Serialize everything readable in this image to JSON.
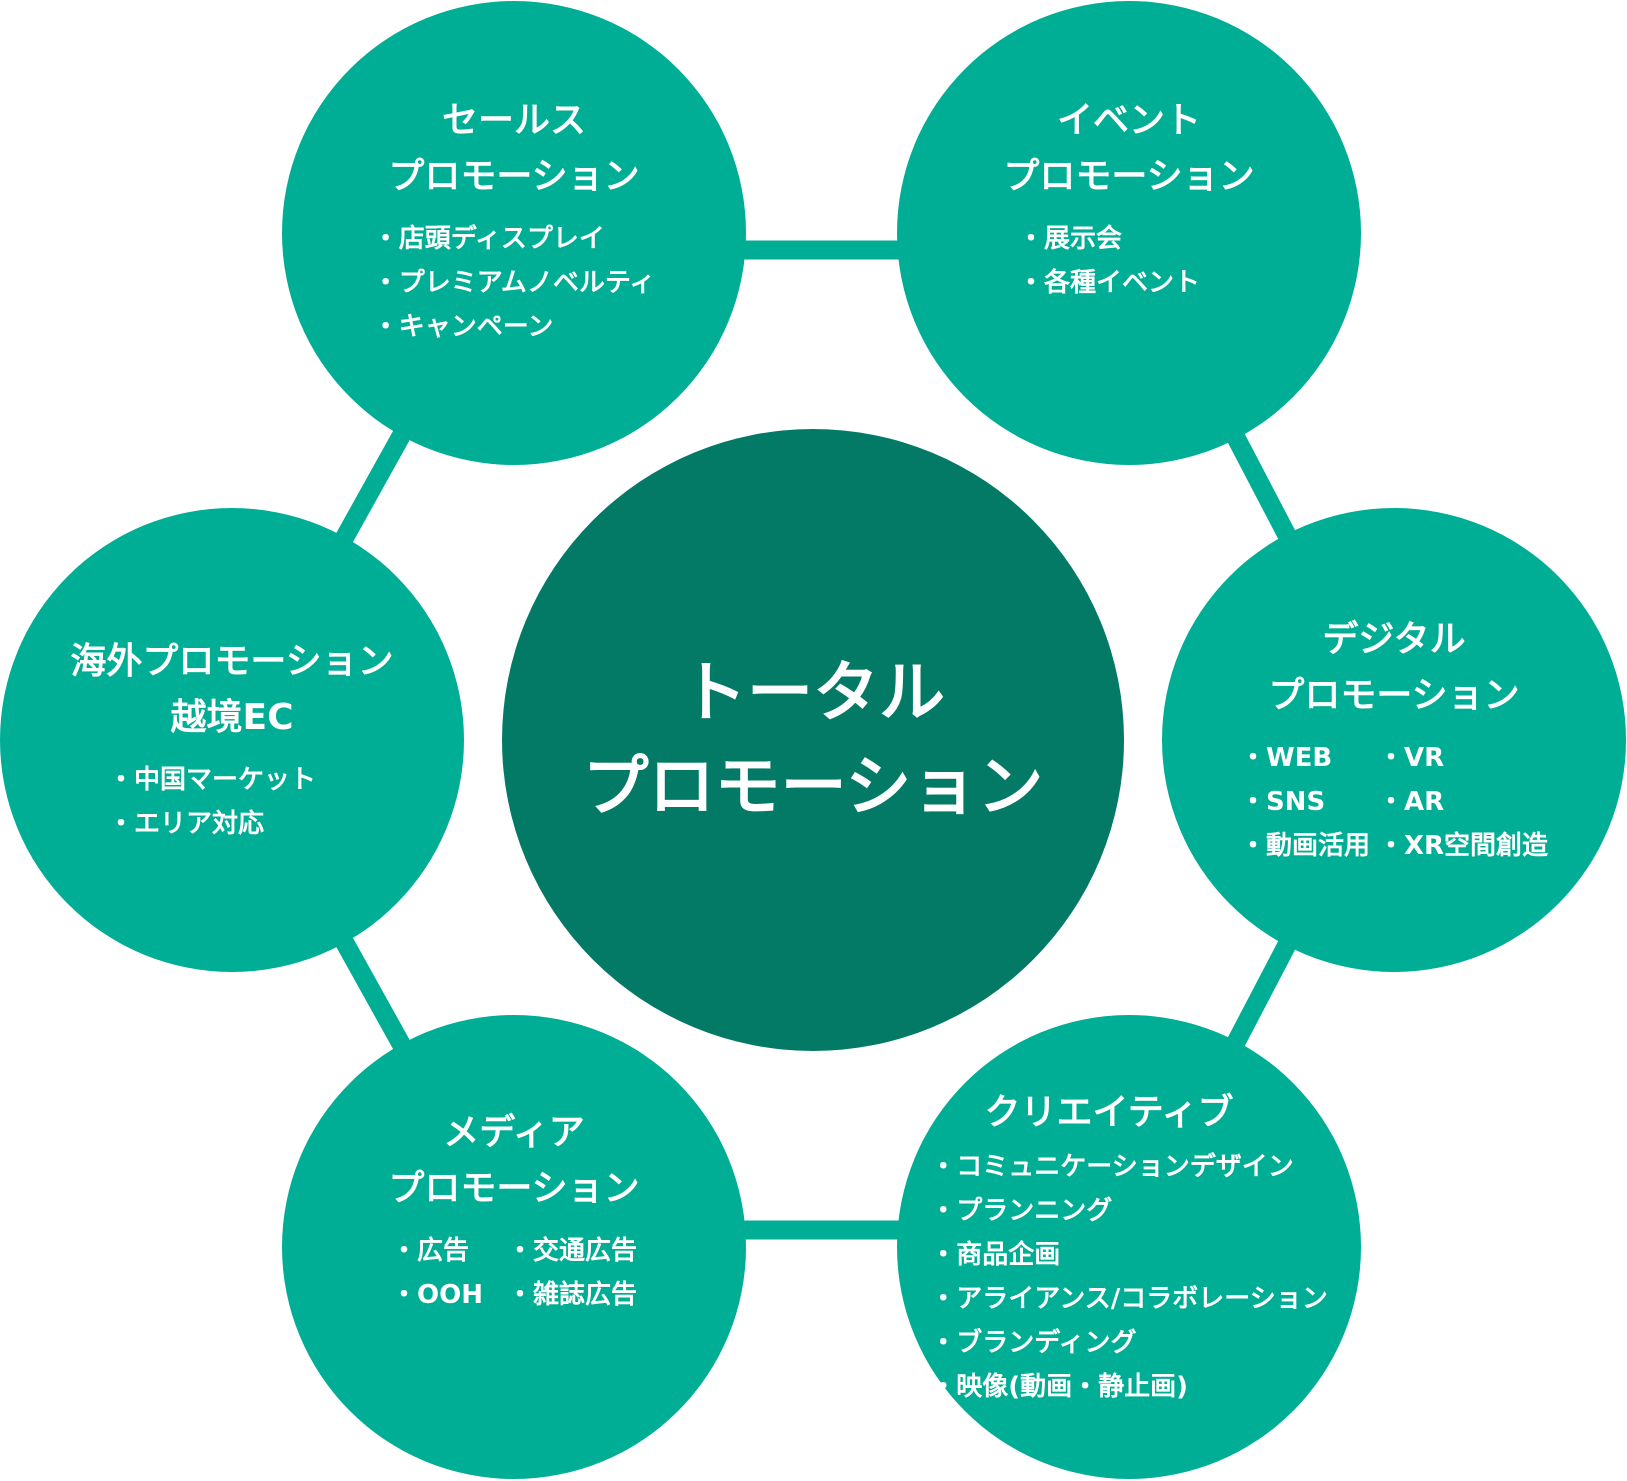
{
  "colors": {
    "outer": "#00ae96",
    "center": "#037a66",
    "text": "#ffffff"
  },
  "center": {
    "title_line1": "トータル",
    "title_line2": "プロモーション"
  },
  "nodes": {
    "sales": {
      "title_line1": "セールス",
      "title_line2": "プロモーション",
      "items": [
        "店頭ディスプレイ",
        "プレミアムノベルティ",
        "キャンペーン"
      ]
    },
    "event": {
      "title_line1": "イベント",
      "title_line2": "プロモーション",
      "items": [
        "展示会",
        "各種イベント"
      ]
    },
    "digital": {
      "title_line1": "デジタル",
      "title_line2": "プロモーション",
      "items": [
        "WEB",
        "VR",
        "SNS",
        "AR",
        "動画活用",
        "XR空間創造"
      ]
    },
    "creative": {
      "title_line1": "クリエイティブ",
      "items": [
        "コミュニケーションデザイン",
        "プランニング",
        "商品企画",
        "アライアンス/コラボレーション",
        "ブランディング",
        "映像(動画・静止画)"
      ]
    },
    "media": {
      "title_line1": "メディア",
      "title_line2": "プロモーション",
      "items": [
        "広告",
        "交通広告",
        "OOH",
        "雑誌広告"
      ]
    },
    "overseas": {
      "title_line1": "海外プロモーション",
      "title_line2": "越境EC",
      "items": [
        "中国マーケット",
        "エリア対応"
      ]
    }
  }
}
